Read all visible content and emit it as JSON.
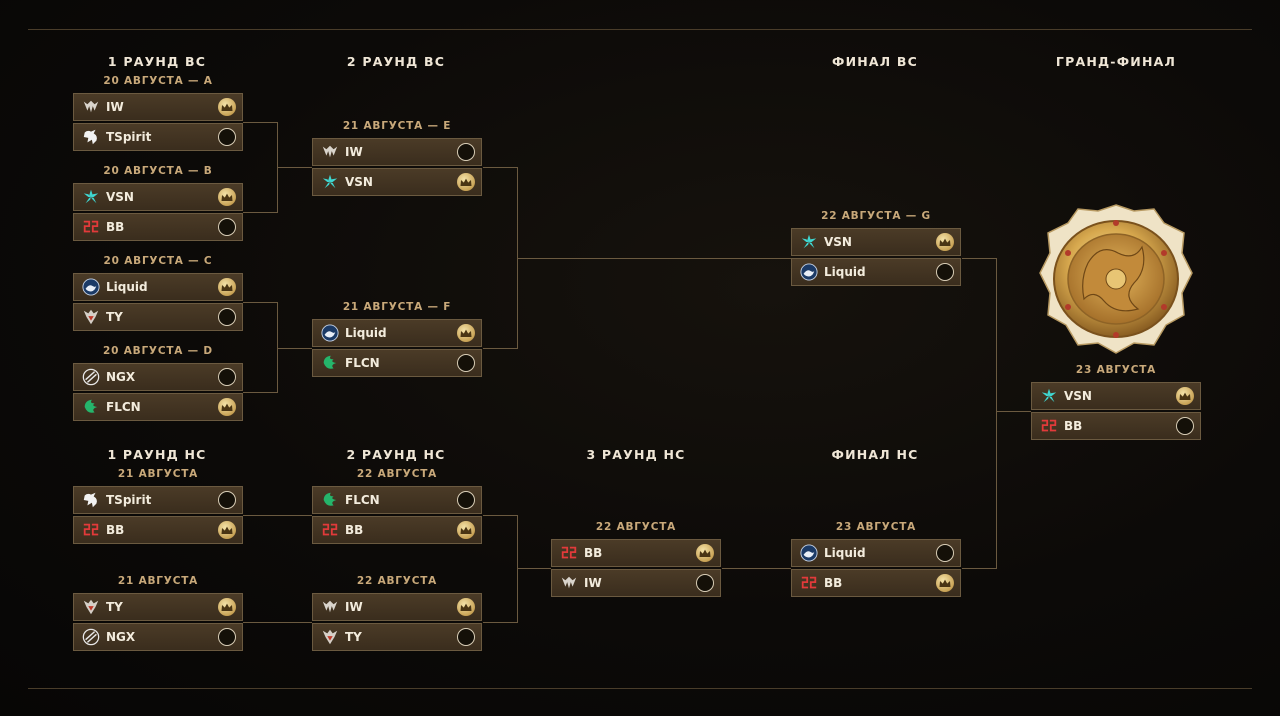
{
  "headers": {
    "ub_r1": "1 РАУНД ВС",
    "ub_r2": "2 РАУНД ВС",
    "ub_final": "ФИНАЛ ВС",
    "grand_final": "ГРАНД-ФИНАЛ",
    "lb_r1": "1 РАУНД НС",
    "lb_r2": "2 РАУНД НС",
    "lb_r3": "3 РАУНД НС",
    "lb_final": "ФИНАЛ НС"
  },
  "colors": {
    "accent_gold": "#c9a97a",
    "row_bg": "#3f3120",
    "border": "#6b5a40",
    "text": "#f3ecdd"
  },
  "matches": [
    {
      "id": "ub_a",
      "label": "20 АВГУСТА — A",
      "teams": [
        {
          "name": "IW",
          "logo": "iw",
          "winner": true
        },
        {
          "name": "TSpirit",
          "logo": "tspirit",
          "winner": false
        }
      ]
    },
    {
      "id": "ub_b",
      "label": "20 АВГУСТА — B",
      "teams": [
        {
          "name": "VSN",
          "logo": "vsn",
          "winner": true
        },
        {
          "name": "BB",
          "logo": "bb",
          "winner": false
        }
      ]
    },
    {
      "id": "ub_c",
      "label": "20 АВГУСТА — C",
      "teams": [
        {
          "name": "Liquid",
          "logo": "liquid",
          "winner": true
        },
        {
          "name": "TY",
          "logo": "ty",
          "winner": false
        }
      ]
    },
    {
      "id": "ub_d",
      "label": "20 АВГУСТА — D",
      "teams": [
        {
          "name": "NGX",
          "logo": "ngx",
          "winner": false
        },
        {
          "name": "FLCN",
          "logo": "flcn",
          "winner": true
        }
      ]
    },
    {
      "id": "ub_e",
      "label": "21 АВГУСТА — E",
      "teams": [
        {
          "name": "IW",
          "logo": "iw",
          "winner": false
        },
        {
          "name": "VSN",
          "logo": "vsn",
          "winner": true
        }
      ]
    },
    {
      "id": "ub_f",
      "label": "21 АВГУСТА — F",
      "teams": [
        {
          "name": "Liquid",
          "logo": "liquid",
          "winner": true
        },
        {
          "name": "FLCN",
          "logo": "flcn",
          "winner": false
        }
      ]
    },
    {
      "id": "ub_g",
      "label": "22 АВГУСТА — G",
      "teams": [
        {
          "name": "VSN",
          "logo": "vsn",
          "winner": true
        },
        {
          "name": "Liquid",
          "logo": "liquid",
          "winner": false
        }
      ]
    },
    {
      "id": "gf",
      "label": "23 АВГУСТА",
      "teams": [
        {
          "name": "VSN",
          "logo": "vsn",
          "winner": true
        },
        {
          "name": "BB",
          "logo": "bb",
          "winner": false
        }
      ]
    },
    {
      "id": "lb1_a",
      "label": "21 АВГУСТА",
      "teams": [
        {
          "name": "TSpirit",
          "logo": "tspirit",
          "winner": false
        },
        {
          "name": "BB",
          "logo": "bb",
          "winner": true
        }
      ]
    },
    {
      "id": "lb1_b",
      "label": "21 АВГУСТА",
      "teams": [
        {
          "name": "TY",
          "logo": "ty",
          "winner": true
        },
        {
          "name": "NGX",
          "logo": "ngx",
          "winner": false
        }
      ]
    },
    {
      "id": "lb2_a",
      "label": "22 АВГУСТА",
      "teams": [
        {
          "name": "FLCN",
          "logo": "flcn",
          "winner": false
        },
        {
          "name": "BB",
          "logo": "bb",
          "winner": true
        }
      ]
    },
    {
      "id": "lb2_b",
      "label": "22 АВГУСТА",
      "teams": [
        {
          "name": "IW",
          "logo": "iw",
          "winner": true
        },
        {
          "name": "TY",
          "logo": "ty",
          "winner": false
        }
      ]
    },
    {
      "id": "lb3",
      "label": "22 АВГУСТА",
      "teams": [
        {
          "name": "BB",
          "logo": "bb",
          "winner": true
        },
        {
          "name": "IW",
          "logo": "iw",
          "winner": false
        }
      ]
    },
    {
      "id": "lbf",
      "label": "23 АВГУСТА",
      "teams": [
        {
          "name": "Liquid",
          "logo": "liquid",
          "winner": false
        },
        {
          "name": "BB",
          "logo": "bb",
          "winner": true
        }
      ]
    }
  ]
}
